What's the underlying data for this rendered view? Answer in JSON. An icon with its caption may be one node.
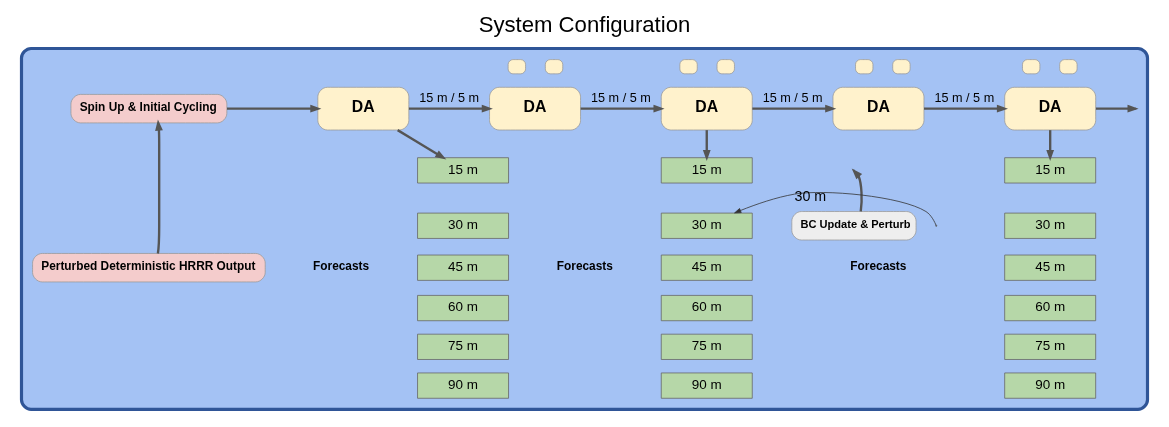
{
  "diagram": {
    "title": "System Configuration",
    "nodes": [
      {
        "text": [],
        "shape": "box"
      },
      {
        "text": [
          "Spin Up & Initial Cycling"
        ],
        "in": 0
      },
      {
        "text": [
          "DA"
        ],
        "in": 0
      },
      {
        "text": [],
        "shape": "box",
        "in": 0
      },
      {
        "text": [],
        "shape": "box",
        "in": 0
      },
      {
        "text": [
          "DA"
        ],
        "in": 0
      },
      {
        "text": [],
        "shape": "box",
        "in": 0
      },
      {
        "text": [],
        "shape": "box",
        "in": 0
      },
      {
        "text": [
          "DA"
        ],
        "in": 0
      },
      {
        "text": [],
        "shape": "box",
        "in": 0
      },
      {
        "text": [],
        "shape": "box",
        "in": 0
      },
      {
        "text": [
          "DA"
        ],
        "in": 0
      },
      {
        "text": [],
        "shape": "box",
        "in": 0
      },
      {
        "text": [],
        "shape": "box",
        "in": 0
      },
      {
        "text": [
          "DA"
        ],
        "in": 0
      },
      {
        "text": [
          "15 m"
        ],
        "in": 0
      },
      {
        "text": [
          "30 m"
        ],
        "in": 0
      },
      {
        "text": [
          "45 m"
        ],
        "in": 0
      },
      {
        "text": [
          "60 m"
        ],
        "in": 0
      },
      {
        "text": [
          "75 m"
        ],
        "in": 0
      },
      {
        "text": [
          "90 m"
        ],
        "in": 0
      },
      {
        "text": [
          "15 m"
        ],
        "in": 0
      },
      {
        "text": [
          "30 m"
        ],
        "in": 0
      },
      {
        "text": [
          "45 m"
        ],
        "in": 0
      },
      {
        "text": [
          "60 m"
        ],
        "in": 0
      },
      {
        "text": [
          "75 m"
        ],
        "in": 0
      },
      {
        "text": [
          "90 m"
        ],
        "in": 0
      },
      {
        "text": [
          "BC Update & Perturb"
        ],
        "in": 0
      },
      {
        "text": [
          "15 m"
        ],
        "in": 0
      },
      {
        "text": [
          "30 m"
        ],
        "in": 0
      },
      {
        "text": [
          "45 m"
        ],
        "in": 0
      },
      {
        "text": [
          "60 m"
        ],
        "in": 0
      },
      {
        "text": [
          "75 m"
        ],
        "in": 0
      },
      {
        "text": [
          "90 m"
        ],
        "in": 0
      },
      {
        "text": [
          "Perturbed Deterministic HRRR Output"
        ],
        "in": 0
      }
    ],
    "edges": [
      {
        "from": 34,
        "to": 1,
        "arrow": "to"
      },
      {
        "from": 1,
        "to": 2,
        "arrow": "to"
      },
      {
        "from": 2,
        "to": 5,
        "arrow": "to",
        "label": "15 m / 5 m"
      },
      {
        "from": 5,
        "to": 8,
        "arrow": "to",
        "label": "15 m / 5 m"
      },
      {
        "from": 8,
        "to": 11,
        "arrow": "to",
        "label": "15 m / 5 m"
      },
      {
        "from": 11,
        "to": 14,
        "arrow": "to",
        "label": "15 m / 5 m"
      },
      {
        "from": 14,
        "to": null,
        "arrow": "to"
      },
      {
        "from": 2,
        "to": 15,
        "arrow": "to"
      },
      {
        "from": 8,
        "to": 21,
        "arrow": "to"
      },
      {
        "from": 14,
        "to": 28,
        "arrow": "to"
      },
      {
        "from": null,
        "to": 22,
        "arrow": "to",
        "label": "30 m",
        "color": "#333333"
      },
      {
        "from": 27,
        "to": null,
        "arrow": "to"
      }
    ],
    "labels": [
      "Forecasts",
      "Forecasts",
      "Forecasts"
    ]
  }
}
